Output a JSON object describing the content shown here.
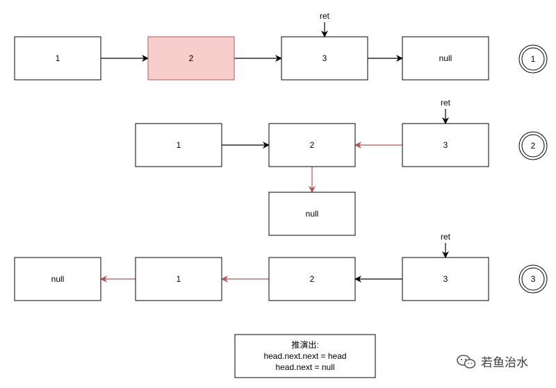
{
  "colors": {
    "stroke": "#000000",
    "red_arrow": "#b85450",
    "highlight_fill": "#f8cecc",
    "highlight_stroke": "#b85450"
  },
  "rows": [
    {
      "step": "1",
      "pointer": {
        "label": "ret",
        "target": 2
      },
      "nodes": [
        {
          "label": "1"
        },
        {
          "label": "2",
          "highlight": true
        },
        {
          "label": "3"
        },
        {
          "label": "null"
        }
      ],
      "edges": [
        {
          "from": 0,
          "to": 1,
          "color": "black"
        },
        {
          "from": 1,
          "to": 2,
          "color": "black"
        },
        {
          "from": 2,
          "to": 3,
          "color": "black"
        }
      ]
    },
    {
      "step": "2",
      "pointer": {
        "label": "ret",
        "target": 2
      },
      "nodes": [
        {
          "label": "1"
        },
        {
          "label": "2"
        },
        {
          "label": "3"
        },
        {
          "label": "null"
        }
      ],
      "edges": [
        {
          "from": 0,
          "to": 1,
          "color": "black"
        },
        {
          "from": 2,
          "to": 1,
          "color": "red"
        },
        {
          "from": 1,
          "to": 3,
          "color": "red"
        }
      ]
    },
    {
      "step": "3",
      "pointer": {
        "label": "ret",
        "target": 3
      },
      "nodes": [
        {
          "label": "null"
        },
        {
          "label": "1"
        },
        {
          "label": "2"
        },
        {
          "label": "3"
        }
      ],
      "edges": [
        {
          "from": 1,
          "to": 0,
          "color": "red"
        },
        {
          "from": 2,
          "to": 1,
          "color": "red"
        },
        {
          "from": 3,
          "to": 2,
          "color": "black"
        }
      ]
    }
  ],
  "note": {
    "lines": [
      "推演出:",
      "head.next.next = head",
      "head.next = null"
    ]
  },
  "watermark": {
    "icon": "wechat-icon",
    "text": "若鱼治水"
  }
}
